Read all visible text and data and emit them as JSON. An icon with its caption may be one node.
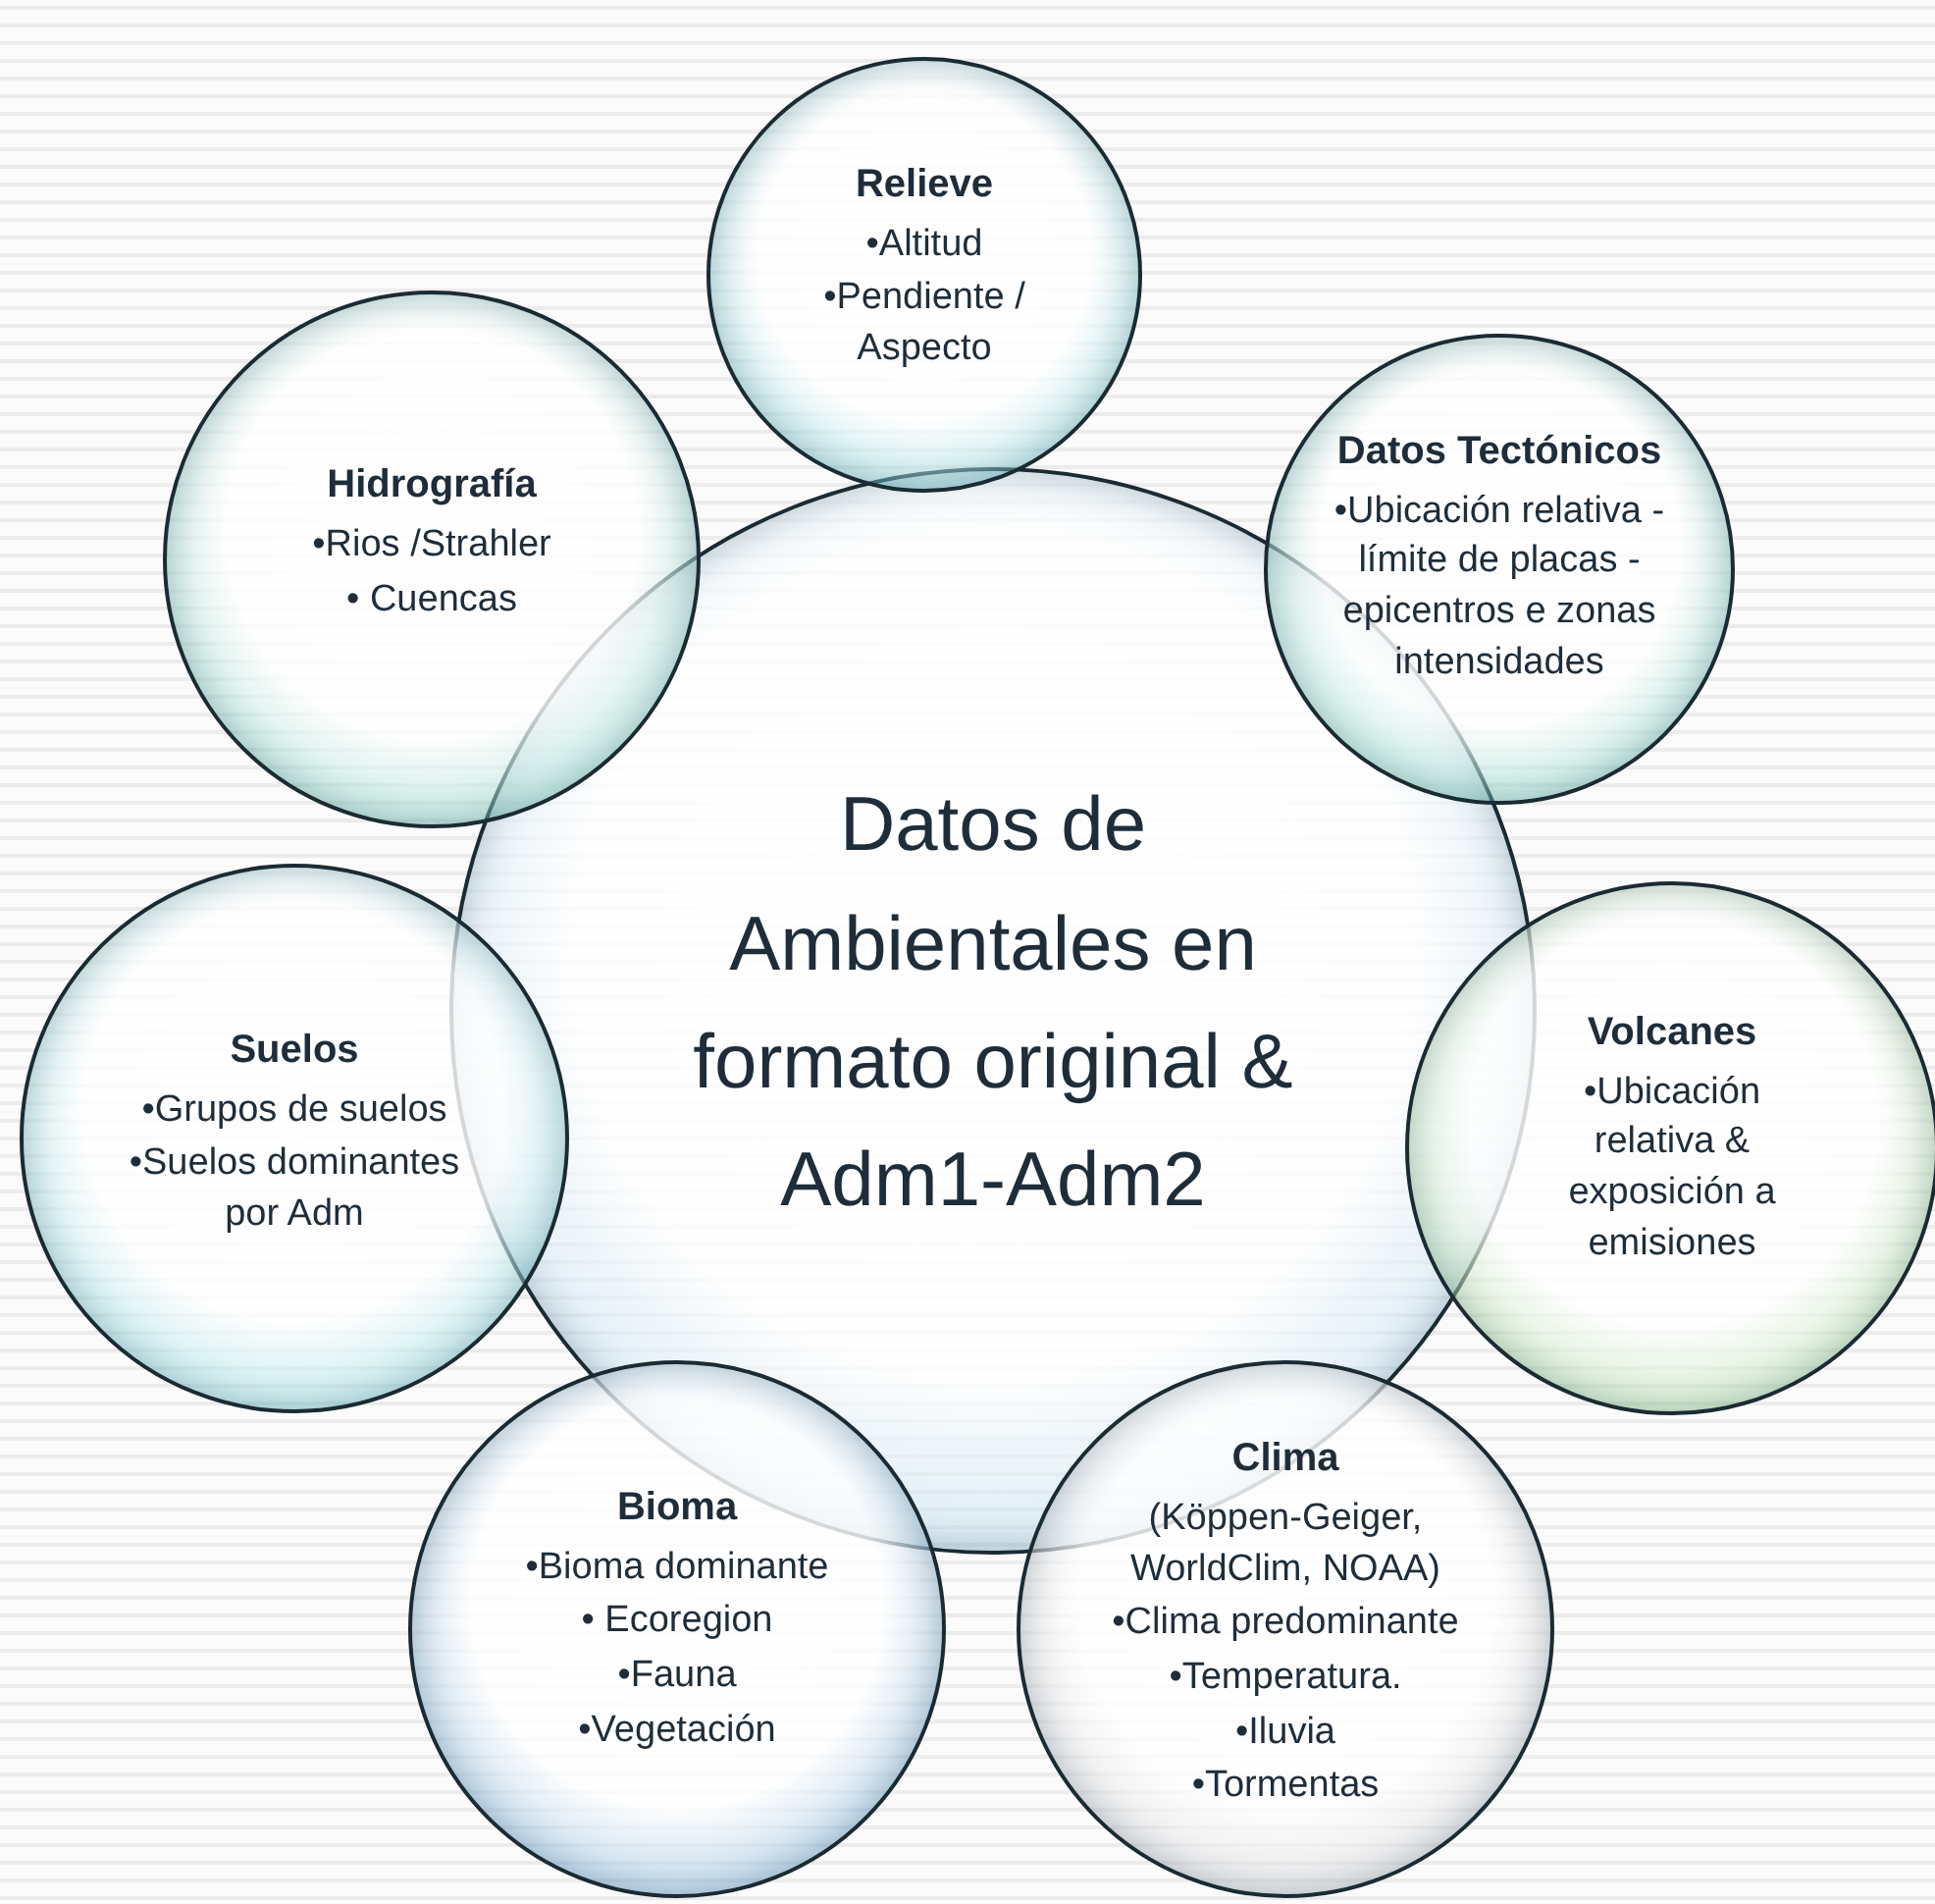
{
  "diagram": {
    "nodes": [
      {
        "text": [
          "Relieve",
          "•Altitud",
          "•Pendiente / Aspecto"
        ]
      },
      {
        "text": [
          "Hidrografía",
          "•Rios /Strahler",
          "• Cuencas"
        ]
      },
      {
        "text": [
          "Datos Tectónicos",
          "•Ubicación relativa -límite de placas - epicentros e zonas intensidades"
        ]
      },
      {
        "text": [
          "Datos de Ambientales en formato original & Adm1-Adm2"
        ]
      },
      {
        "text": [
          "Suelos",
          "•Grupos de suelos",
          "•Suelos dominantes por Adm"
        ]
      },
      {
        "text": [
          "Volcanes",
          "•Ubicación relativa & exposición a emisiones"
        ]
      },
      {
        "text": [
          "Bioma",
          "•Bioma dominante",
          "• Ecoregion",
          "•Fauna",
          "•Vegetación"
        ]
      },
      {
        "text": [
          "Clima",
          "(Köppen-Geiger, WorldClim, NOAA)",
          "•Clima predominante",
          "•Temperatura.",
          "•Iluvia",
          "•Tormentas"
        ]
      }
    ],
    "edges": []
  }
}
